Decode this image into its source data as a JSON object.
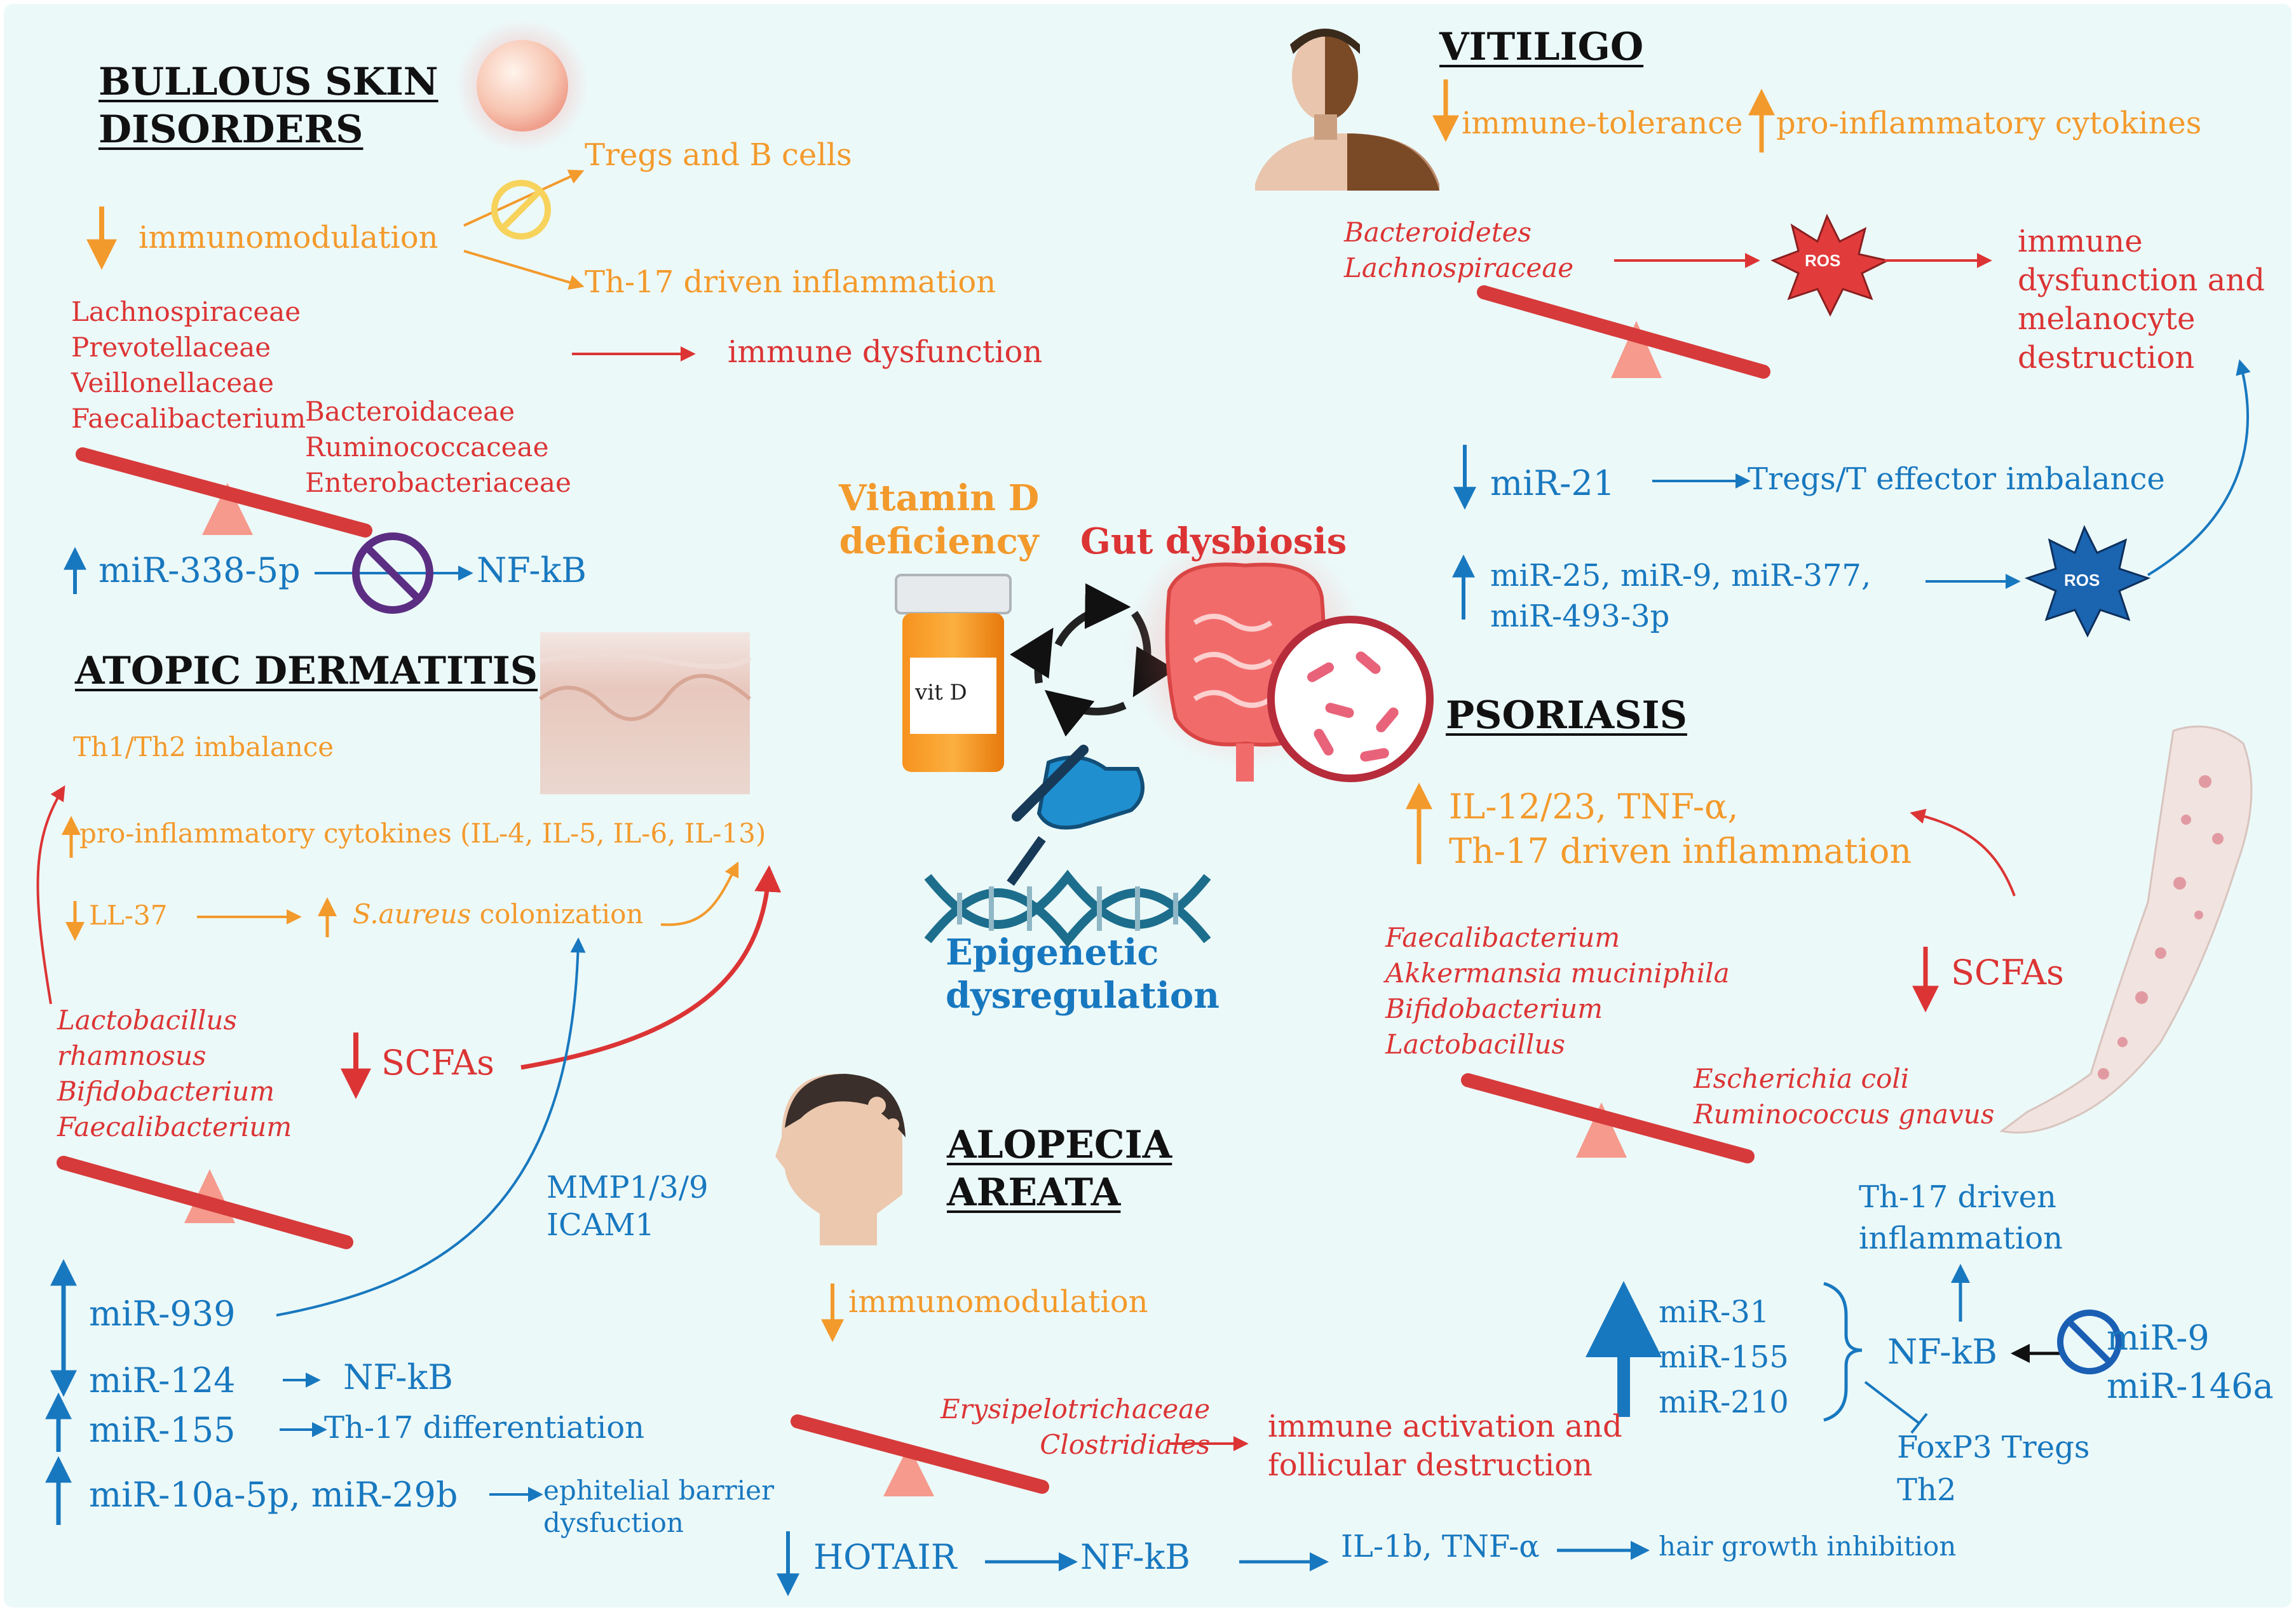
{
  "headings": {
    "bullous": "BULLOUS SKIN\nDISORDERS",
    "atopic": "ATOPIC DERMATITIS",
    "vitiligo": "VITILIGO",
    "psoriasis": "PSORIASIS",
    "alopecia": "ALOPECIA\nAREATA"
  },
  "center": {
    "vitamin_d": "Vitamin D\ndeficiency",
    "gut": "Gut dysbiosis",
    "epigenetic": "Epigenetic\ndysregulation",
    "bottle_label": "vit D"
  },
  "bullous": {
    "immunomodulation": "immunomodulation",
    "tregs_b": "Tregs and B cells",
    "th17": "Th-17 driven inflammation",
    "immune_dysfunction": "immune dysfunction",
    "bacteria_decreased": "Lachnospiraceae\nPrevotellaceae\nVeillonellaceae\nFaecalibacterium",
    "bacteria_increased": "Bacteroidaceae\nRuminococcaceae\nEnterobacteriaceae",
    "mir": "miR-338-5p",
    "nfkb": "NF-kB"
  },
  "atopic": {
    "th_imbalance": "Th1/Th2 imbalance",
    "cytokines": "pro-inflammatory cytokines (IL-4, IL-5, IL-6, IL-13)",
    "ll37": "LL-37",
    "saureus": "S.aureus",
    "colonization": " colonization",
    "scfas": "SCFAs",
    "bacteria": "Lactobacillus\nrhamnosus\nBifidobacterium\nFaecalibacterium",
    "mmp": "MMP1/3/9\nICAM1",
    "mir939": "miR-939",
    "mir124": "miR-124",
    "nfkb": "NF-kB",
    "mir155": "miR-155",
    "th17_diff": "Th-17 differentiation",
    "mir10a": "miR-10a-5p, miR-29b",
    "barrier": "ephitelial barrier\ndysfuction"
  },
  "vitiligo": {
    "immune_tolerance": "immune-tolerance",
    "proinflammatory": "pro-inflammatory cytokines",
    "bacteria": "Bacteroidetes\nLachnospiraceae",
    "ros": "ROS",
    "outcome": "immune\ndysfunction and\nmelanocyte\ndestruction",
    "mir21": "miR-21",
    "tregs_imbalance": "Tregs/T effector imbalance",
    "mir_group": "miR-25, miR-9, miR-377,\nmiR-493-3p",
    "ros2": "ROS"
  },
  "psoriasis": {
    "cytokines": "IL-12/23, TNF-α,\nTh-17 driven inflammation",
    "scfas": "SCFAs",
    "bacteria_decreased": "Faecalibacterium\nAkkermansia muciniphila\nBifidobacterium\nLactobacillus",
    "bacteria_increased": "Escherichia coli\nRuminococcus gnavus",
    "th17": "Th-17 driven\ninflammation",
    "mir_group": "miR-31\nmiR-155\nmiR-210",
    "nfkb": "NF-kB",
    "mir_inhib": "miR-9\nmiR-146a",
    "foxp3": "FoxP3 Tregs\nTh2"
  },
  "alopecia": {
    "immunomodulation": "immunomodulation",
    "bacteria": "Erysipelotrichaceae\nClostridiales",
    "outcome": "immune activation and\nfollicular destruction",
    "hotair": "HOTAIR",
    "nfkb": "NF-kB",
    "il1b": "IL-1b, TNF-α",
    "hair": "hair growth inhibition"
  },
  "colors": {
    "orange": "#f39a2c",
    "red": "#dc3434",
    "blue": "#1878bf",
    "heading": "#111111",
    "background": "#ecf9f9"
  }
}
